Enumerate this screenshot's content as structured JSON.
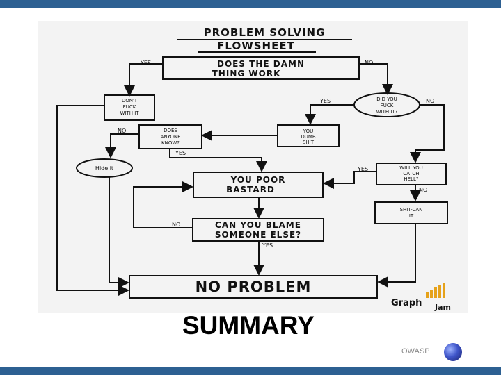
{
  "slide": {
    "heading": "SUMMARY",
    "footer_brand": "OWASP",
    "logo_icon": "owasp-globe-icon"
  },
  "colors": {
    "bar": "#2d6092",
    "background": "#ffffff"
  },
  "flowchart": {
    "title_line1": "PROBLEM SOLVING",
    "title_line2": "FLOWSHEET",
    "start_line1": "DOES THE DAMN",
    "start_line2": "THING WORK",
    "dont_line1": "DON'T",
    "dont_line2": "FUCK",
    "dont_line3": "WITH IT",
    "did_line1": "DID YOU",
    "did_line2": "FUCK",
    "did_line3": "WITH IT?",
    "dumb_line1": "YOU",
    "dumb_line2": "DUMB",
    "dumb_line3": "SHIT",
    "anyone_line1": "DOES",
    "anyone_line2": "ANYONE",
    "anyone_line3": "KNOW?",
    "hide": "Hide it",
    "poor_line1": "YOU POOR",
    "poor_line2": "BASTARD",
    "catch_line1": "WILL YOU",
    "catch_line2": "CATCH",
    "catch_line3": "HELL?",
    "shitcan_line1": "SHIT-CAN",
    "shitcan_line2": "IT",
    "blame_line1": "CAN YOU BLAME",
    "blame_line2": "SOMEONE ELSE?",
    "end": "NO PROBLEM",
    "yes": "YES",
    "no": "NO",
    "watermark_part1": "Graph",
    "watermark_part2": "Jam"
  }
}
